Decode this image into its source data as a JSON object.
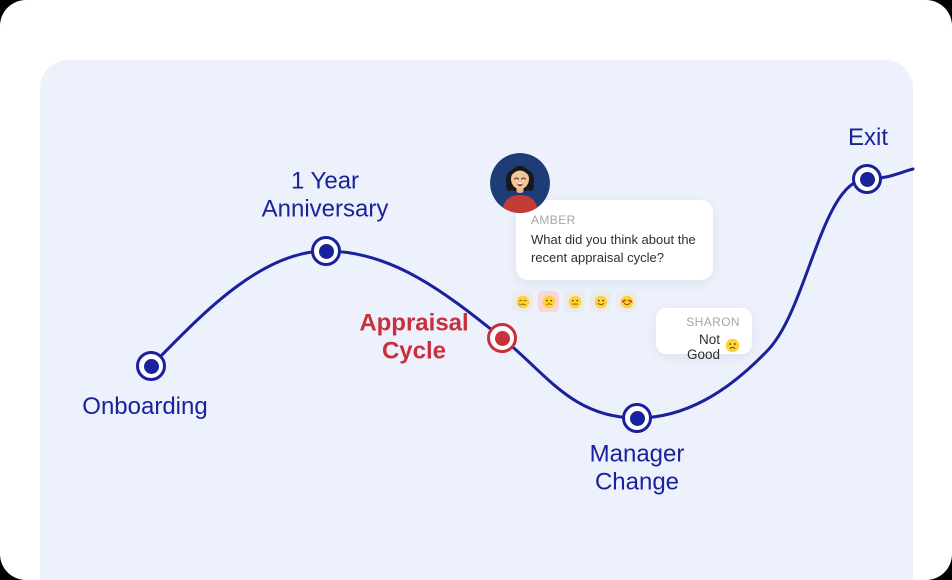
{
  "theme": {
    "navy": "#1a219c",
    "red": "#c9303c",
    "card_bg": "#edf1fb",
    "window_bg": "#ffffff",
    "selected_reaction_bg": "#f8d6d9"
  },
  "journey": {
    "milestones": [
      {
        "label": "Onboarding",
        "highlighted": false
      },
      {
        "label": "1 Year Anniversary",
        "highlighted": false
      },
      {
        "label": "Appraisal Cycle",
        "highlighted": true
      },
      {
        "label": "Manager Change",
        "highlighted": false
      },
      {
        "label": "Exit",
        "highlighted": false
      }
    ]
  },
  "chat": {
    "question": {
      "sender": "AMBER",
      "lines": [
        "What did you think about the",
        "recent appraisal cycle?"
      ]
    },
    "reactions": {
      "options": [
        {
          "name": "sad-tear-face"
        },
        {
          "name": "frowning-face"
        },
        {
          "name": "neutral-face"
        },
        {
          "name": "smiling-face"
        },
        {
          "name": "hearts-face"
        }
      ],
      "selected_index": 1
    },
    "reply": {
      "sender": "SHARON",
      "text": "Not Good",
      "emoji": "frowning-face"
    }
  }
}
